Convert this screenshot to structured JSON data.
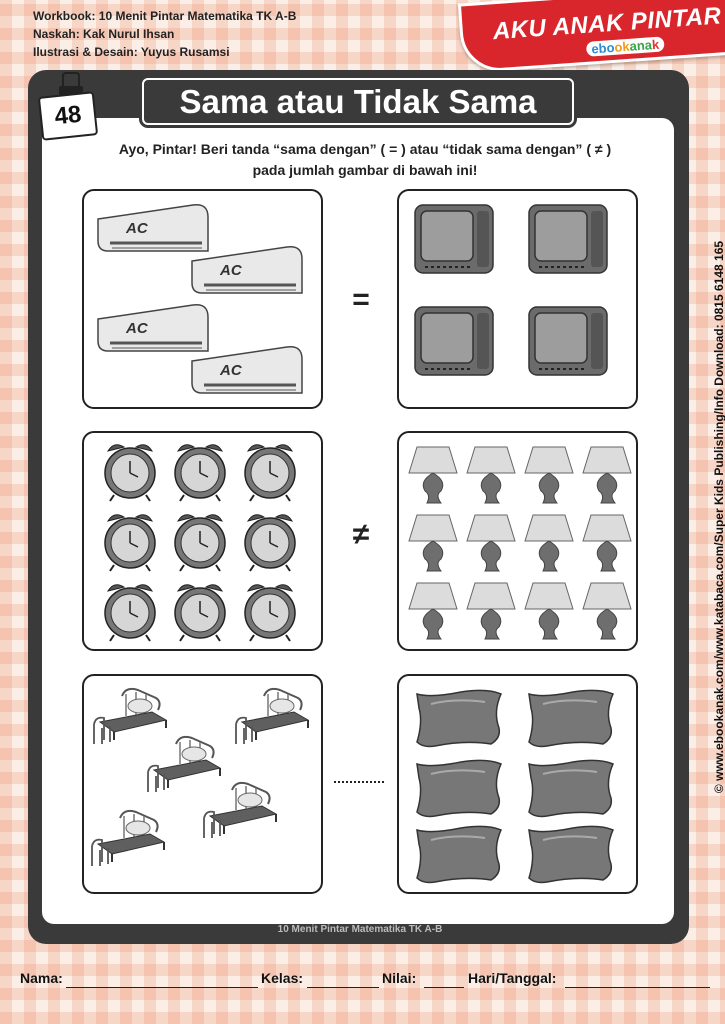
{
  "header": {
    "credit_workbook": "Workbook: 10 Menit Pintar Matematika TK A-B",
    "credit_naskah": "Naskah: Kak Nurul Ihsan",
    "credit_ilustrasi": "Ilustrasi & Desain: Yuyus Rusamsi",
    "brand_title": "AKU ANAK PINTAR",
    "brand_logo": {
      "e": "ebo",
      "b": "ok",
      "a": "ana",
      "k": "k"
    }
  },
  "page": {
    "number": "48",
    "title": "Sama atau Tidak Sama",
    "instruction_line1_a": "Ayo, Pintar! Beri tanda  ",
    "instruction_eq_label": "“sama dengan”",
    "instruction_eq_symbol": " ( = )  atau  ",
    "instruction_neq_label": "“tidak sama dengan”",
    "instruction_neq_symbol": " ( ≠ )",
    "instruction_line2": "pada jumlah gambar di bawah ini!"
  },
  "rows": [
    {
      "left_icon": "air-conditioner-icon",
      "left_count": 4,
      "left_label": "AC",
      "right_icon": "television-icon",
      "right_count": 4,
      "symbol": "="
    },
    {
      "left_icon": "alarm-clock-icon",
      "left_count": 9,
      "right_icon": "lamp-icon",
      "right_count": 12,
      "symbol": "≠"
    },
    {
      "left_icon": "bed-icon",
      "left_count": 5,
      "right_icon": "pillow-icon",
      "right_count": 6,
      "symbol": ""
    }
  ],
  "footer": {
    "book_title": "10 Menit Pintar Matematika TK A-B",
    "nama_label": "Nama:",
    "kelas_label": "Kelas:",
    "nilai_label": "Nilai:",
    "hari_label": "Hari/Tanggal:",
    "side_text": "© www.ebookanak.com/www.katabaca.com/Super Kids Publishing/Info Download: 0815 6148 165"
  },
  "colors": {
    "brand_red": "#d8262c",
    "frame_dark": "#3a3a3a",
    "checker": "#fbeee6"
  }
}
